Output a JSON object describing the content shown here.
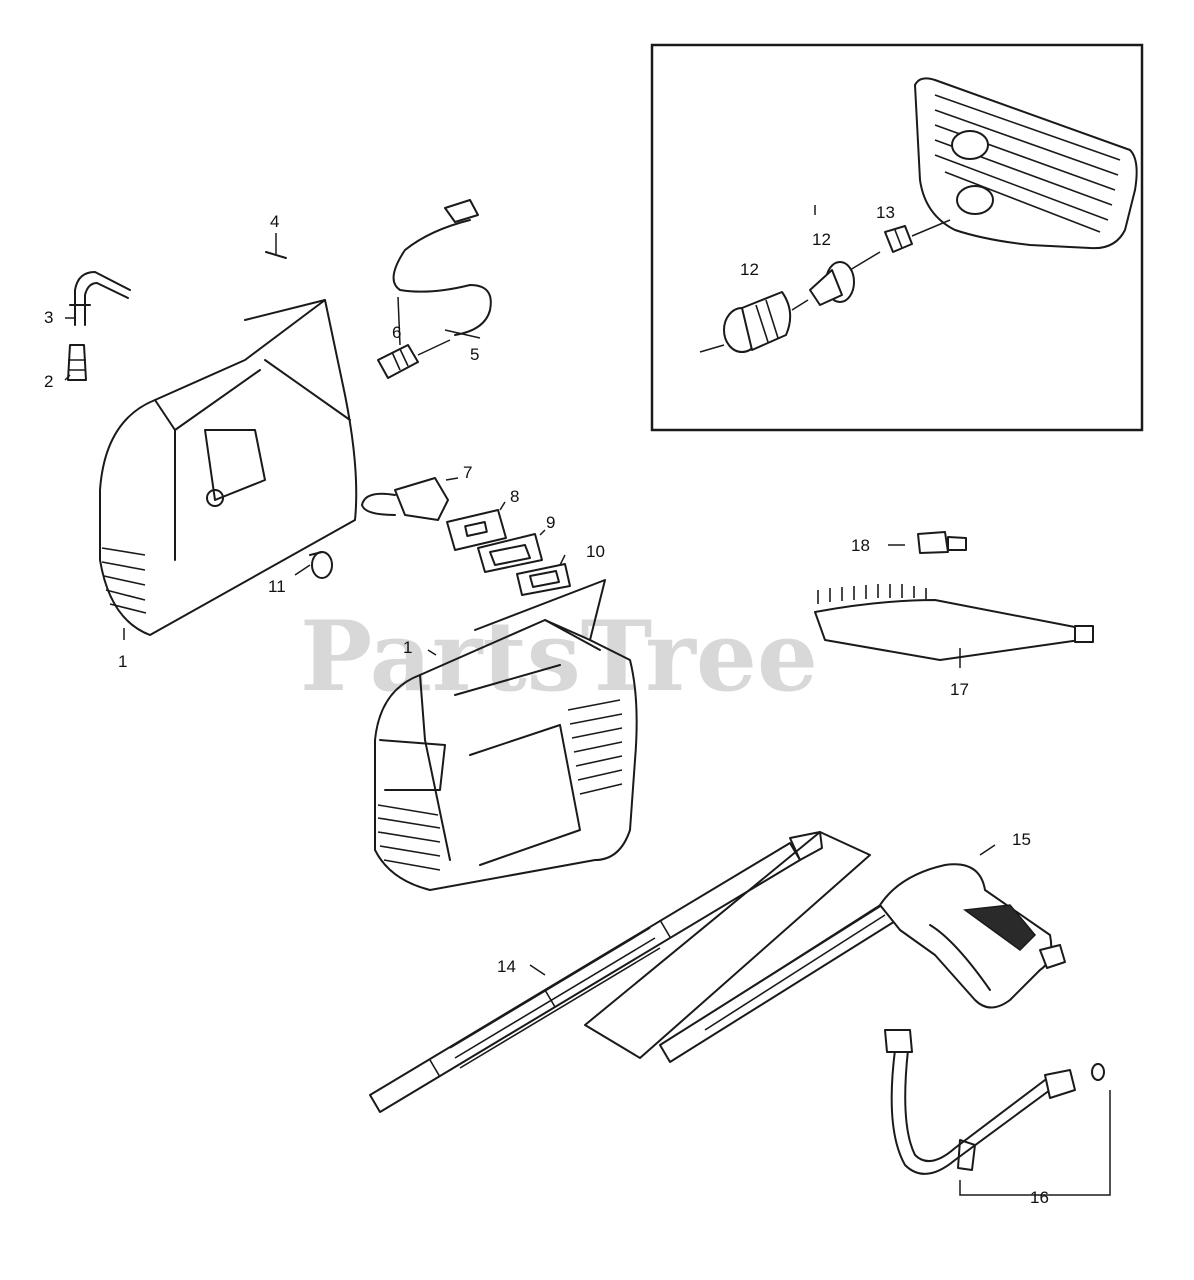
{
  "watermark": "PartsTree",
  "callouts": {
    "c1a": "1",
    "c1b": "1",
    "c2": "2",
    "c3": "3",
    "c4": "4",
    "c5": "5",
    "c6": "6",
    "c7": "7",
    "c8": "8",
    "c9": "9",
    "c10": "10",
    "c11": "11",
    "c12a": "12",
    "c12b": "12",
    "c13": "13",
    "c14": "14",
    "c15": "15",
    "c16": "16",
    "c17": "17",
    "c18": "18"
  }
}
